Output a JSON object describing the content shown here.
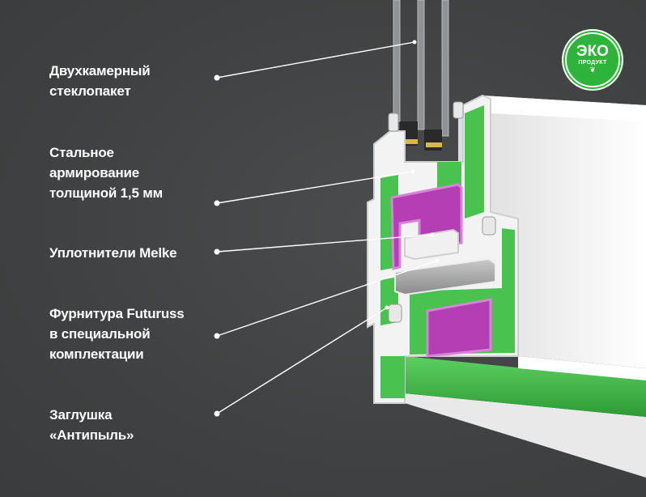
{
  "labels": [
    {
      "id": "glass-unit",
      "lines": [
        "Двухкамерный",
        "стеклопакет"
      ]
    },
    {
      "id": "steel-reinforcement",
      "lines": [
        "Стальное",
        "армирование",
        "толщиной 1,5 мм"
      ]
    },
    {
      "id": "seals",
      "lines": [
        "Уплотнители Melke"
      ]
    },
    {
      "id": "hardware",
      "lines": [
        "Фурнитура Futuruss",
        "в специальной",
        "комплектации"
      ]
    },
    {
      "id": "dust-plug",
      "lines": [
        "Заглушка",
        "«Антипыль»"
      ]
    }
  ],
  "badge": {
    "line1": "ЭКО",
    "line2": "ПРОДУКТ",
    "icon": "leaf-icon"
  },
  "colors": {
    "background": "#404243",
    "profile": "#f4f4f4",
    "chamber_green": "#49c24f",
    "steel": "#b43fb4",
    "badge": "#2fb43b"
  }
}
